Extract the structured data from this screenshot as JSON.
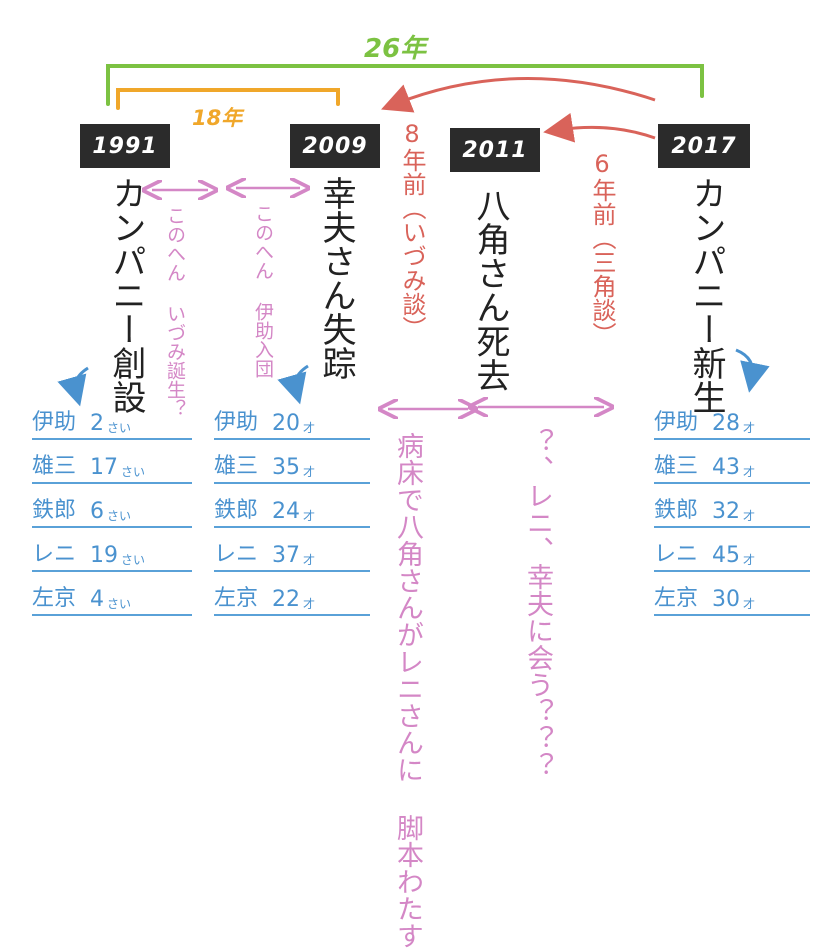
{
  "span_labels": {
    "total": "26年",
    "first": "18年"
  },
  "years": [
    "1991",
    "2009",
    "2011",
    "2017"
  ],
  "events": {
    "e1991": "カンパニー創設",
    "e2009": "幸夫さん失踪",
    "e2011": "八角さん死去",
    "e2017": "カンパニー新生"
  },
  "notes": {
    "izumi_birth": "このへん いづみ誕生？",
    "isuke_join": "このへん 伊助入団",
    "eight_years": "8年前（いづみ談）",
    "six_years": "6年前（三角談）",
    "deathbed": "病床で八角さんがレニさんに 脚本わたす",
    "meet": "？、レニ、幸夫に会う？？？"
  },
  "ages": {
    "a1991": [
      {
        "name": "伊助",
        "age": "2",
        "unit": "さい"
      },
      {
        "name": "雄三",
        "age": "17",
        "unit": "さい"
      },
      {
        "name": "鉄郎",
        "age": "6",
        "unit": "さい"
      },
      {
        "name": "レニ",
        "age": "19",
        "unit": "さい"
      },
      {
        "name": "左京",
        "age": "4",
        "unit": "さい"
      }
    ],
    "a2009": [
      {
        "name": "伊助",
        "age": "20",
        "unit": "才"
      },
      {
        "name": "雄三",
        "age": "35",
        "unit": "才"
      },
      {
        "name": "鉄郎",
        "age": "24",
        "unit": "才"
      },
      {
        "name": "レニ",
        "age": "37",
        "unit": "才"
      },
      {
        "name": "左京",
        "age": "22",
        "unit": "才"
      }
    ],
    "a2017": [
      {
        "name": "伊助",
        "age": "28",
        "unit": "才"
      },
      {
        "name": "雄三",
        "age": "43",
        "unit": "才"
      },
      {
        "name": "鉄郎",
        "age": "32",
        "unit": "才"
      },
      {
        "name": "レニ",
        "age": "45",
        "unit": "才"
      },
      {
        "name": "左京",
        "age": "30",
        "unit": "才"
      }
    ]
  },
  "colors": {
    "green": "#7cc242",
    "orange": "#f0a72a",
    "red": "#d9635a",
    "pink": "#d487c6",
    "blue": "#4a92cf",
    "box": "#2b2b2b"
  }
}
